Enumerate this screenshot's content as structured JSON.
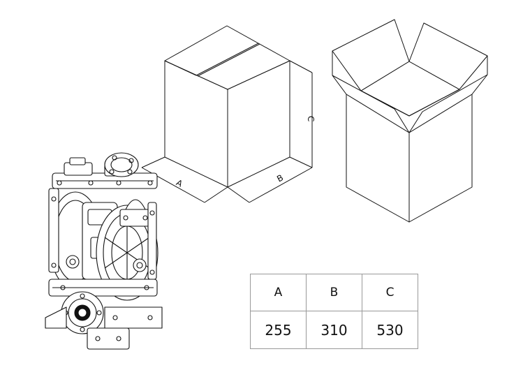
{
  "dimension_labels": {
    "a": "A",
    "b": "B",
    "c": "C"
  },
  "table": {
    "headers": [
      "A",
      "B",
      "C"
    ],
    "values": [
      "255",
      "310",
      "530"
    ]
  },
  "colors": {
    "line": "#111111",
    "grid": "#999999"
  }
}
